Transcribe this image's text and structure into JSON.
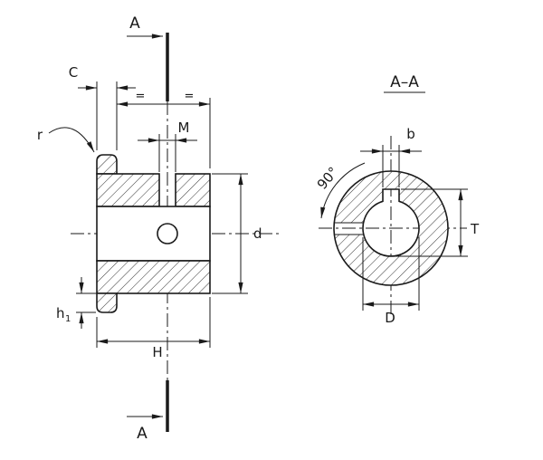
{
  "drawing": {
    "title": "A–A",
    "side_view": {
      "section_marker_top": "A",
      "section_marker_bottom": "A",
      "equal_left": "=",
      "equal_right": "=",
      "dims": {
        "c": "C",
        "r": "r",
        "m": "M",
        "d": "d",
        "h1_base": "h",
        "h1_sub": "1",
        "H": "H"
      }
    },
    "section_view": {
      "dims": {
        "b": "b",
        "angle": "90°",
        "T": "T",
        "D": "D"
      }
    },
    "colors": {
      "line": "#1a1a1a",
      "background": "#ffffff"
    }
  }
}
